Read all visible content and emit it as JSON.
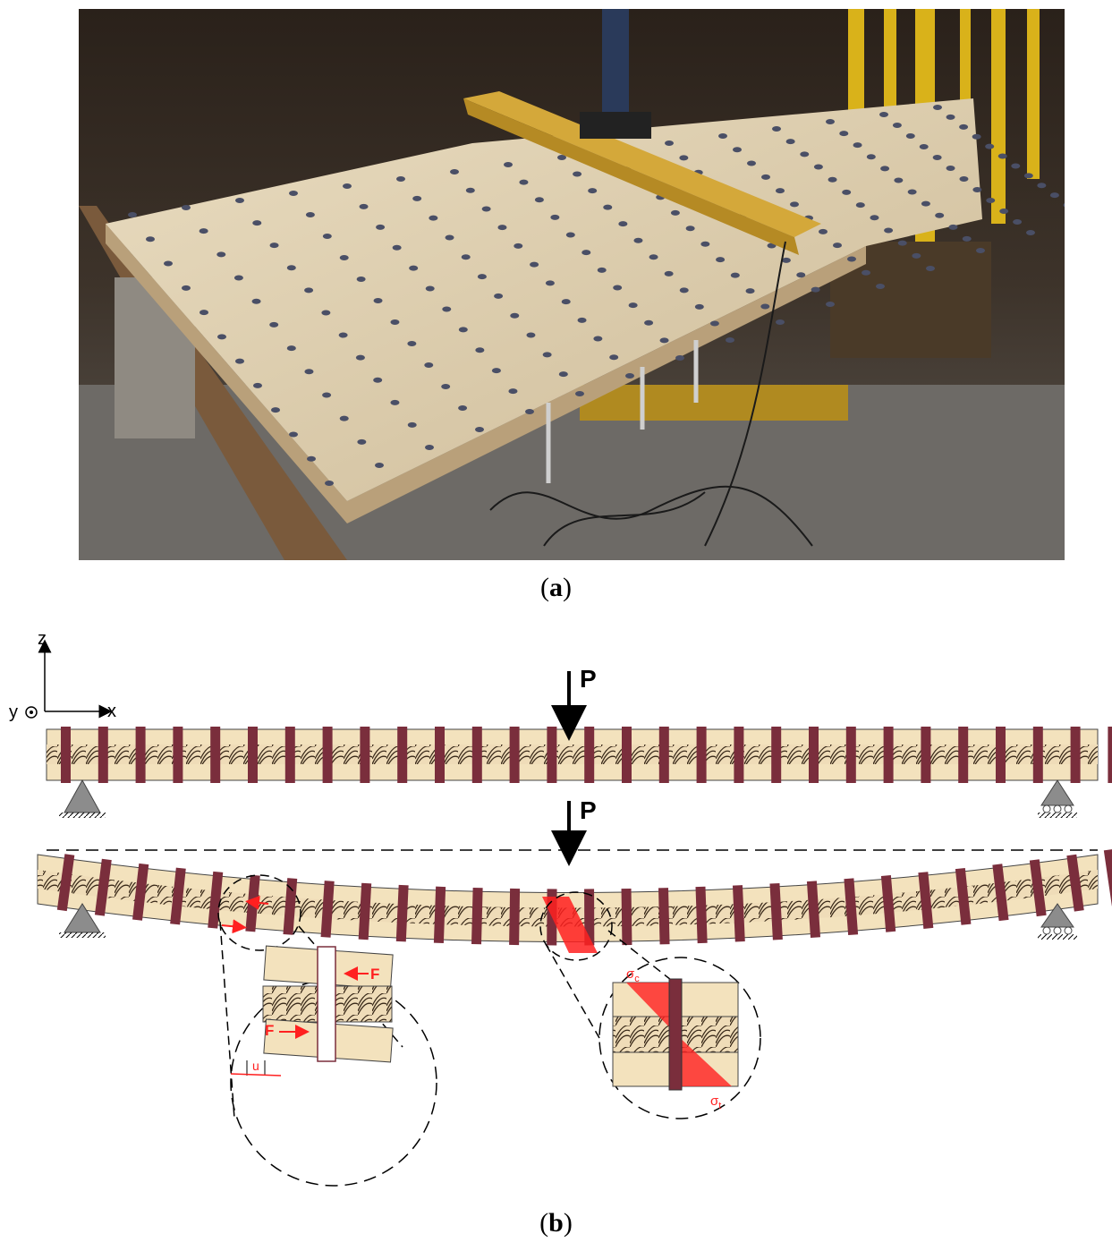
{
  "panel_a": {
    "label": "a"
  },
  "panel_b": {
    "label": "b",
    "axes": {
      "z": "z",
      "y": "y",
      "x": "x"
    },
    "load_label": "P",
    "inset_left": {
      "force_label": "F",
      "slip_label": "u"
    },
    "inset_right": {
      "compression_label": "σ",
      "compression_sub": "c",
      "tension_label": "σ",
      "tension_sub": "t"
    }
  },
  "colors": {
    "wood": "#f3e2bd",
    "dowel": "#7a2e3c",
    "stress": "#ff2020",
    "support": "#8c8c8c"
  }
}
